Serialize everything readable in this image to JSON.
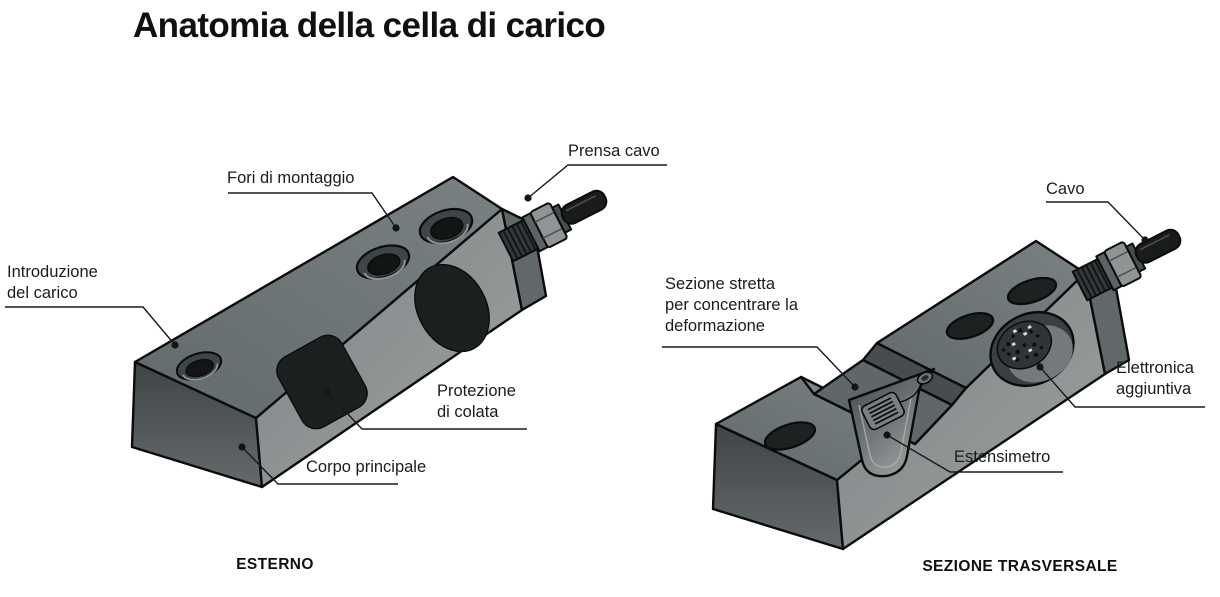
{
  "title": "Anatomia della cella di carico",
  "diagram": {
    "exterior": {
      "caption": "ESTERNO",
      "labels": {
        "fori": "Fori di montaggio",
        "prensa": "Prensa cavo",
        "introduzione": "Introduzione\ndel carico",
        "protezione": "Protezione\ndi colata",
        "corpo": "Corpo principale"
      }
    },
    "section": {
      "caption": "SEZIONE TRASVERSALE",
      "labels": {
        "cavo": "Cavo",
        "sezione_stretta": "Sezione stretta\nper concentrare la\ndeformazione",
        "elettronica": "Elettronica\naggiuntiva",
        "estensimetro": "Estensimetro"
      }
    },
    "colors": {
      "top_face": "#6b7274",
      "front_face": "#8f9493",
      "end_face": "#4e5355",
      "dark_patch": "#1c1f20",
      "outline": "#0a0b0b",
      "label_text": "#1b1b1d"
    }
  }
}
